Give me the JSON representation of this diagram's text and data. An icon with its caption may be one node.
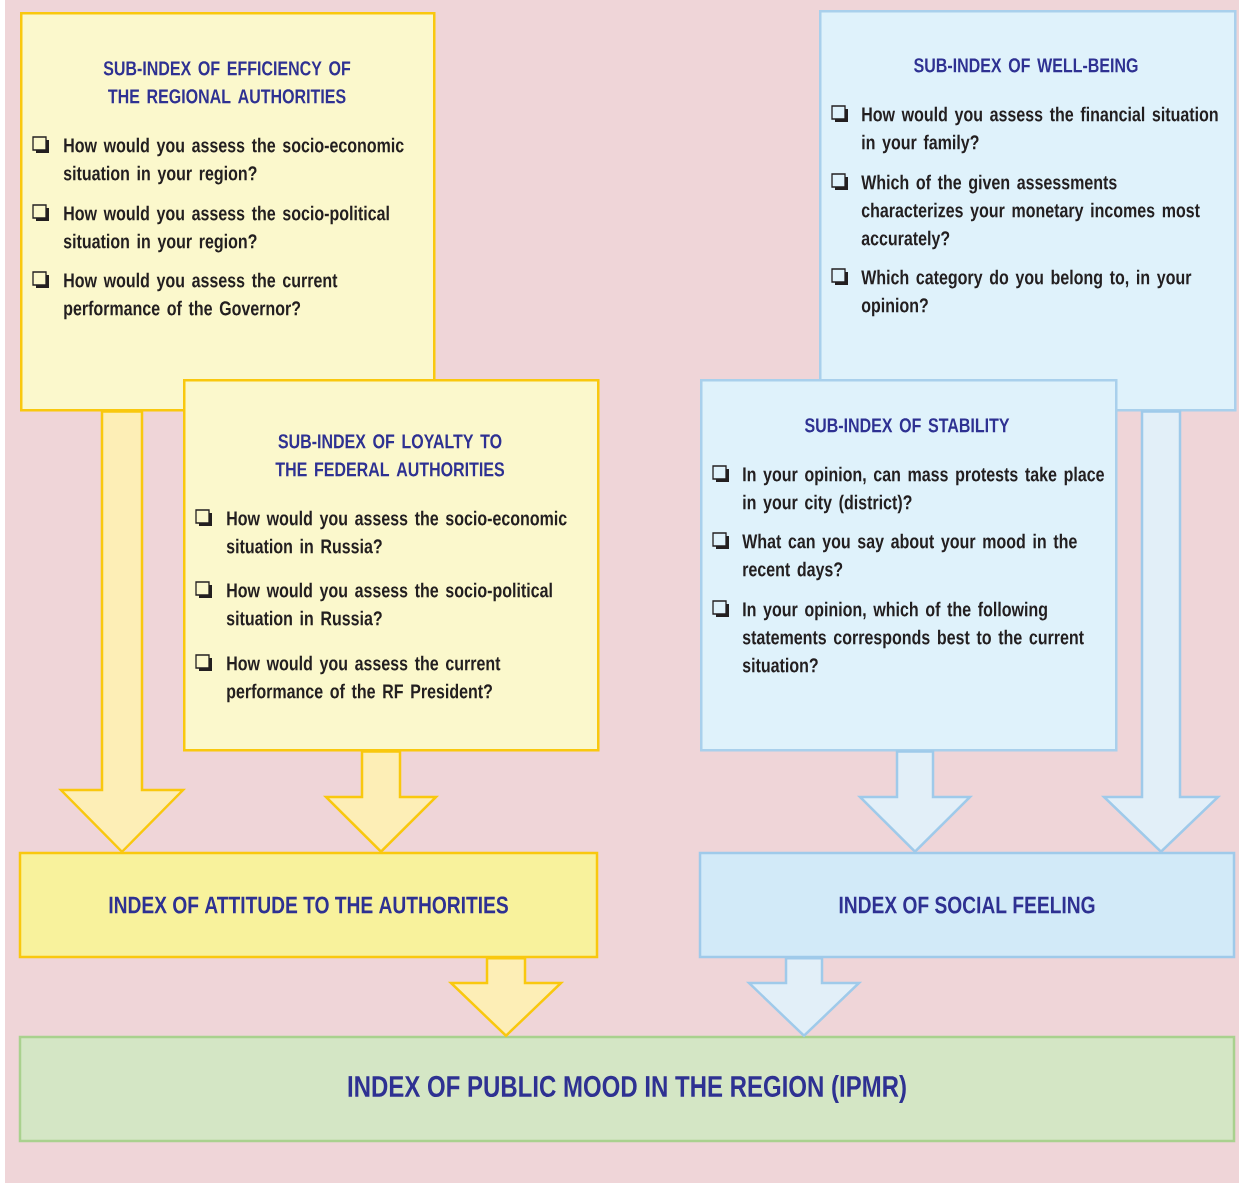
{
  "diagram": {
    "nodes": [
      {
        "text": [
          "SUB-INDEX OF EFFICIENCY OF THE REGIONAL AUTHORITIES",
          "How would you assess the socio-economic situation in your region?",
          "How would you assess the socio-political situation in your region?",
          "How would you assess the current performance of the Governor?"
        ]
      },
      {
        "text": [
          "SUB-INDEX OF LOYALTY TO THE FEDERAL AUTHORITIES",
          "How would you assess the socio-economic situation in Russia?",
          "How would you assess the socio-political situation in Russia?",
          "How would you assess the current performance of the RF President?"
        ]
      },
      {
        "text": [
          "SUB-INDEX OF WELL-BEING",
          "How would you assess the financial situation in your family?",
          "Which of the given assessments characterizes your monetary incomes most accurately?",
          "Which category do you belong to, in your opinion?"
        ]
      },
      {
        "text": [
          "SUB-INDEX OF STABILITY",
          "In your opinion, can mass protests take place in your city (district)?",
          "What can you say about your mood in the recent days?",
          "In your opinion, which of the following statements corresponds best to the current situation?"
        ]
      },
      {
        "text": [
          "INDEX OF ATTITUDE TO THE AUTHORITIES"
        ]
      },
      {
        "text": [
          "INDEX OF SOCIAL FEELING"
        ]
      },
      {
        "text": [
          "INDEX OF PUBLIC MOOD IN THE REGION (IPMR)"
        ]
      }
    ],
    "edges": [
      {
        "from": 0,
        "to": 4,
        "arrow": "to",
        "color": "#f9c80e"
      },
      {
        "from": 1,
        "to": 4,
        "arrow": "to",
        "color": "#f9c80e"
      },
      {
        "from": 3,
        "to": 5,
        "arrow": "to",
        "color": "#9fcaea"
      },
      {
        "from": 2,
        "to": 5,
        "arrow": "to",
        "color": "#9fcaea"
      },
      {
        "from": 4,
        "to": 6,
        "arrow": "to",
        "color": "#f9c80e"
      },
      {
        "from": 5,
        "to": 6,
        "arrow": "to",
        "color": "#9fcaea"
      }
    ]
  }
}
